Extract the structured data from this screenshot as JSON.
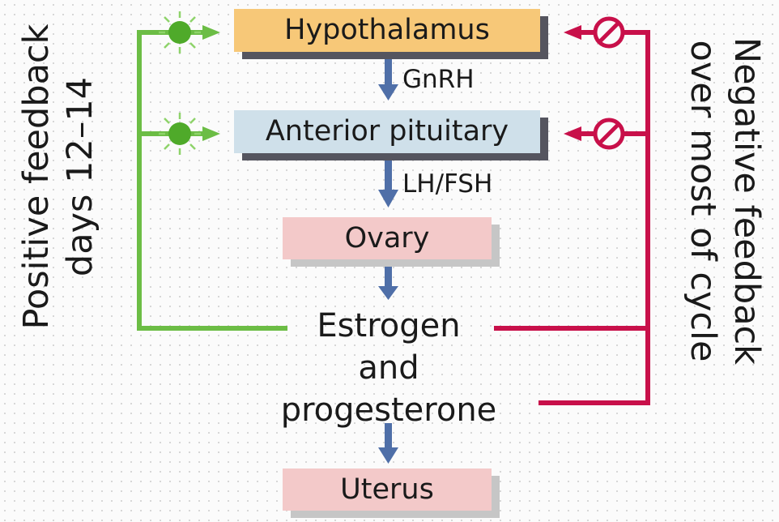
{
  "boxes": {
    "hypothalamus": "Hypothalamus",
    "pituitary": "Anterior pituitary",
    "ovary": "Ovary",
    "uterus": "Uterus"
  },
  "hormones": {
    "gnrh": "GnRH",
    "lh_fsh": "LH/FSH",
    "steroids_line1": "Estrogen",
    "steroids_line2": "and",
    "steroids_line3": "progesterone"
  },
  "feedback": {
    "positive_line1": "Positive feedback",
    "positive_line2": "days 12–14",
    "negative_line1": "Negative feedback",
    "negative_line2": "over most of cycle"
  },
  "colors": {
    "hypothalamus_fill": "#f7c878",
    "pituitary_fill": "#cfe0ea",
    "ovary_uterus_fill": "#f3c9c9",
    "positive": "#6cbd45",
    "negative": "#c8104a",
    "arrow": "#4f6fa8"
  }
}
